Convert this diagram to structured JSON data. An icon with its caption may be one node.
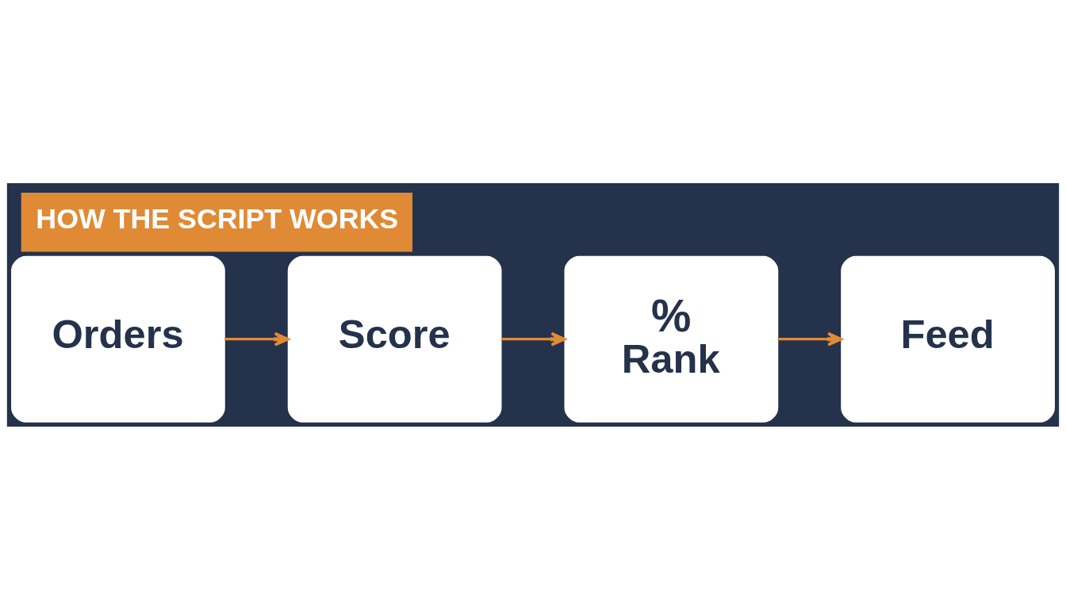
{
  "diagram": {
    "title": "HOW THE SCRIPT WORKS",
    "nodes": [
      {
        "text": [
          "Orders"
        ]
      },
      {
        "text": [
          "Score"
        ]
      },
      {
        "text": [
          "%",
          "Rank"
        ]
      },
      {
        "text": [
          "Feed"
        ]
      }
    ],
    "edges": [
      {
        "from": 0,
        "to": 1,
        "arrow": "to"
      },
      {
        "from": 1,
        "to": 2,
        "arrow": "to"
      },
      {
        "from": 2,
        "to": 3,
        "arrow": "to"
      }
    ]
  }
}
